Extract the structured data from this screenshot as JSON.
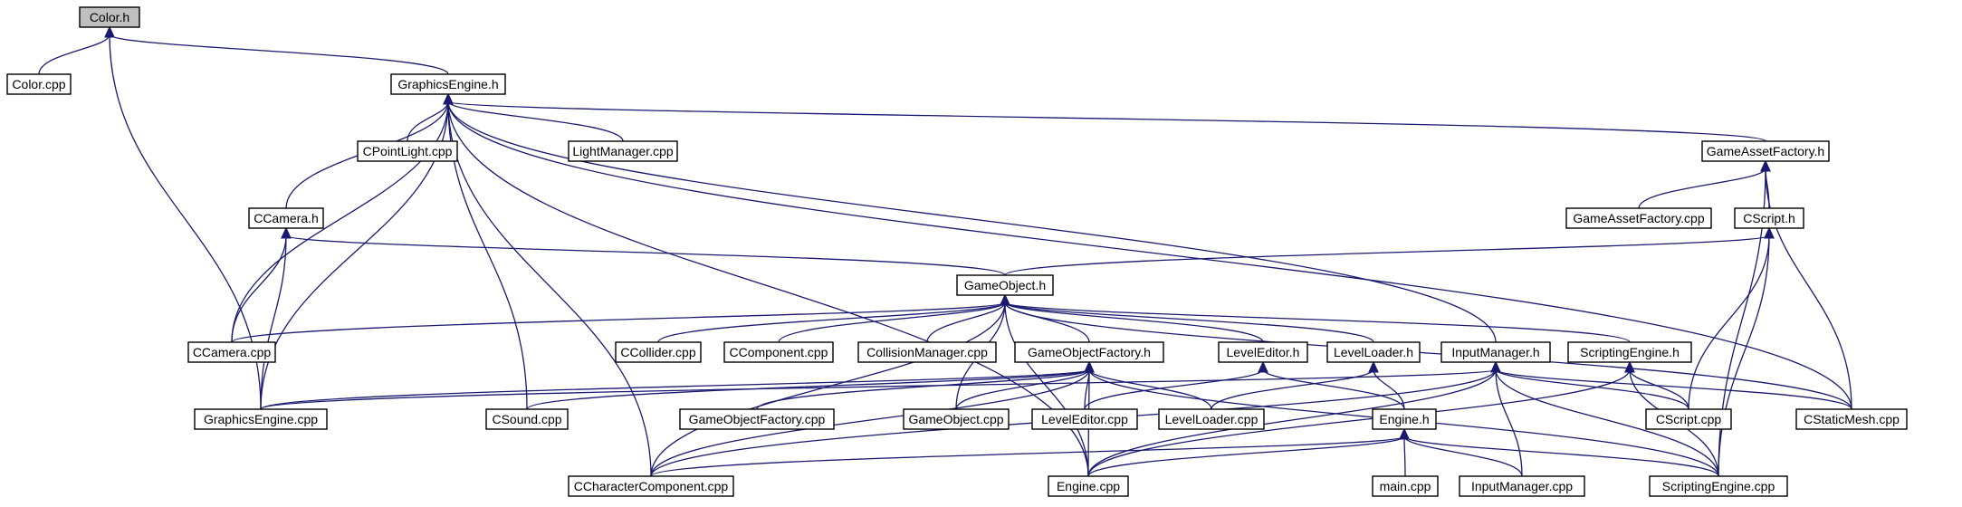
{
  "diagram": {
    "root": "color_h",
    "colors": {
      "edge": "#191970",
      "node_border": "#000000",
      "root_fill": "#bfbfbf",
      "node_fill": "#ffffff"
    },
    "nodes": [
      {
        "id": "color_h",
        "label": "Color.h"
      },
      {
        "id": "color_cpp",
        "label": "Color.cpp"
      },
      {
        "id": "graphicsengine_h",
        "label": "GraphicsEngine.h"
      },
      {
        "id": "cpointlight_cpp",
        "label": "CPointLight.cpp"
      },
      {
        "id": "lightmanager_cpp",
        "label": "LightManager.cpp"
      },
      {
        "id": "gameassetfactory_h",
        "label": "GameAssetFactory.h"
      },
      {
        "id": "gameassetfactory_cpp",
        "label": "GameAssetFactory.cpp"
      },
      {
        "id": "cscript_h",
        "label": "CScript.h"
      },
      {
        "id": "ccamera_h",
        "label": "CCamera.h"
      },
      {
        "id": "gameobject_h",
        "label": "GameObject.h"
      },
      {
        "id": "ccamera_cpp",
        "label": "CCamera.cpp"
      },
      {
        "id": "ccollider_cpp",
        "label": "CCollider.cpp"
      },
      {
        "id": "ccomponent_cpp",
        "label": "CComponent.cpp"
      },
      {
        "id": "collisionmanager_cpp",
        "label": "CollisionManager.cpp"
      },
      {
        "id": "gameobjectfactory_h",
        "label": "GameObjectFactory.h"
      },
      {
        "id": "leveleditor_h",
        "label": "LevelEditor.h"
      },
      {
        "id": "levelloader_h",
        "label": "LevelLoader.h"
      },
      {
        "id": "inputmanager_h",
        "label": "InputManager.h"
      },
      {
        "id": "scriptingengine_h",
        "label": "ScriptingEngine.h"
      },
      {
        "id": "graphicsengine_cpp",
        "label": "GraphicsEngine.cpp"
      },
      {
        "id": "csound_cpp",
        "label": "CSound.cpp"
      },
      {
        "id": "gameobjectfactory_cpp",
        "label": "GameObjectFactory.cpp"
      },
      {
        "id": "gameobject_cpp",
        "label": "GameObject.cpp"
      },
      {
        "id": "leveleditor_cpp",
        "label": "LevelEditor.cpp"
      },
      {
        "id": "levelloader_cpp",
        "label": "LevelLoader.cpp"
      },
      {
        "id": "engine_h",
        "label": "Engine.h"
      },
      {
        "id": "cscript_cpp",
        "label": "CScript.cpp"
      },
      {
        "id": "cstaticmesh_cpp",
        "label": "CStaticMesh.cpp"
      },
      {
        "id": "ccharactercomponent_cpp",
        "label": "CCharacterComponent.cpp"
      },
      {
        "id": "engine_cpp",
        "label": "Engine.cpp"
      },
      {
        "id": "main_cpp",
        "label": "main.cpp"
      },
      {
        "id": "inputmanager_cpp",
        "label": "InputManager.cpp"
      },
      {
        "id": "scriptingengine_cpp",
        "label": "ScriptingEngine.cpp"
      }
    ],
    "edges": [
      [
        "color_h",
        "color_cpp"
      ],
      [
        "color_h",
        "graphicsengine_h"
      ],
      [
        "color_h",
        "graphicsengine_cpp"
      ],
      [
        "graphicsengine_h",
        "cpointlight_cpp"
      ],
      [
        "graphicsengine_h",
        "lightmanager_cpp"
      ],
      [
        "graphicsengine_h",
        "gameassetfactory_h"
      ],
      [
        "graphicsengine_h",
        "ccamera_h"
      ],
      [
        "graphicsengine_h",
        "ccamera_cpp"
      ],
      [
        "graphicsengine_h",
        "graphicsengine_cpp"
      ],
      [
        "graphicsengine_h",
        "csound_cpp"
      ],
      [
        "graphicsengine_h",
        "ccharactercomponent_cpp"
      ],
      [
        "graphicsengine_h",
        "engine_cpp"
      ],
      [
        "graphicsengine_h",
        "inputmanager_h"
      ],
      [
        "graphicsengine_h",
        "cstaticmesh_cpp"
      ],
      [
        "gameassetfactory_h",
        "gameassetfactory_cpp"
      ],
      [
        "gameassetfactory_h",
        "cscript_h"
      ],
      [
        "gameassetfactory_h",
        "cstaticmesh_cpp"
      ],
      [
        "gameassetfactory_h",
        "scriptingengine_cpp"
      ],
      [
        "cscript_h",
        "gameobject_h"
      ],
      [
        "cscript_h",
        "cscript_cpp"
      ],
      [
        "cscript_h",
        "scriptingengine_cpp"
      ],
      [
        "ccamera_h",
        "ccamera_cpp"
      ],
      [
        "ccamera_h",
        "graphicsengine_cpp"
      ],
      [
        "ccamera_h",
        "gameobject_h"
      ],
      [
        "gameobject_h",
        "ccamera_cpp"
      ],
      [
        "gameobject_h",
        "ccollider_cpp"
      ],
      [
        "gameobject_h",
        "ccomponent_cpp"
      ],
      [
        "gameobject_h",
        "collisionmanager_cpp"
      ],
      [
        "gameobject_h",
        "gameobjectfactory_h"
      ],
      [
        "gameobject_h",
        "leveleditor_h"
      ],
      [
        "gameobject_h",
        "levelloader_h"
      ],
      [
        "gameobject_h",
        "scriptingengine_h"
      ],
      [
        "gameobject_h",
        "cstaticmesh_cpp"
      ],
      [
        "gameobject_h",
        "gameobject_cpp"
      ],
      [
        "gameobject_h",
        "ccharactercomponent_cpp"
      ],
      [
        "gameobject_h",
        "engine_cpp"
      ],
      [
        "gameobjectfactory_h",
        "graphicsengine_cpp"
      ],
      [
        "gameobjectfactory_h",
        "csound_cpp"
      ],
      [
        "gameobjectfactory_h",
        "gameobjectfactory_cpp"
      ],
      [
        "gameobjectfactory_h",
        "gameobject_cpp"
      ],
      [
        "gameobjectfactory_h",
        "leveleditor_cpp"
      ],
      [
        "gameobjectfactory_h",
        "levelloader_cpp"
      ],
      [
        "gameobjectfactory_h",
        "ccharactercomponent_cpp"
      ],
      [
        "gameobjectfactory_h",
        "engine_cpp"
      ],
      [
        "gameobjectfactory_h",
        "scriptingengine_cpp"
      ],
      [
        "leveleditor_h",
        "leveleditor_cpp"
      ],
      [
        "leveleditor_h",
        "engine_h"
      ],
      [
        "levelloader_h",
        "levelloader_cpp"
      ],
      [
        "levelloader_h",
        "engine_h"
      ],
      [
        "inputmanager_h",
        "graphicsengine_cpp"
      ],
      [
        "inputmanager_h",
        "ccharactercomponent_cpp"
      ],
      [
        "inputmanager_h",
        "engine_cpp"
      ],
      [
        "inputmanager_h",
        "inputmanager_cpp"
      ],
      [
        "inputmanager_h",
        "scriptingengine_cpp"
      ],
      [
        "inputmanager_h",
        "cscript_cpp"
      ],
      [
        "inputmanager_h",
        "cstaticmesh_cpp"
      ],
      [
        "scriptingengine_h",
        "cscript_cpp"
      ],
      [
        "scriptingengine_h",
        "scriptingengine_cpp"
      ],
      [
        "scriptingengine_h",
        "engine_cpp"
      ],
      [
        "engine_h",
        "ccharactercomponent_cpp"
      ],
      [
        "engine_h",
        "engine_cpp"
      ],
      [
        "engine_h",
        "main_cpp"
      ],
      [
        "engine_h",
        "inputmanager_cpp"
      ],
      [
        "engine_h",
        "scriptingengine_cpp"
      ]
    ]
  }
}
